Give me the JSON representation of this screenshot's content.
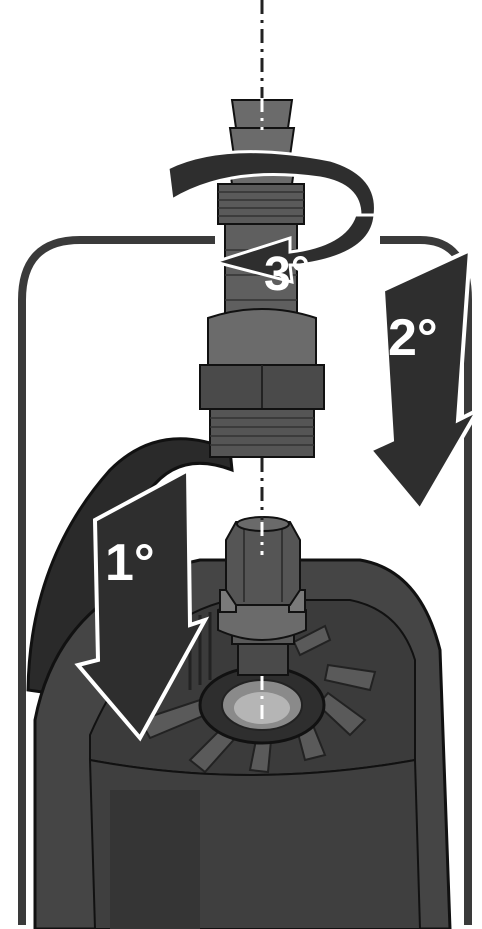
{
  "steps": [
    {
      "id": 1,
      "label": "1°",
      "action": "arrow-down"
    },
    {
      "id": 2,
      "label": "2°",
      "action": "arrow-down"
    },
    {
      "id": 3,
      "label": "3°",
      "action": "rotate"
    }
  ],
  "colors": {
    "frame": "#3a3a3a",
    "arrow": "#2e2e2e",
    "arrow_outline": "#ffffff",
    "pump_body": "#454545",
    "pump_dark": "#2a2a2a",
    "fitting": "#6b6b6b",
    "fitting_dark": "#4a4a4a",
    "label_text": "#ffffff"
  },
  "icons": {
    "pump": "pump-body-icon",
    "valve": "check-valve-icon",
    "hose_connector": "hose-connector-icon",
    "axis": "assembly-axis-line"
  }
}
